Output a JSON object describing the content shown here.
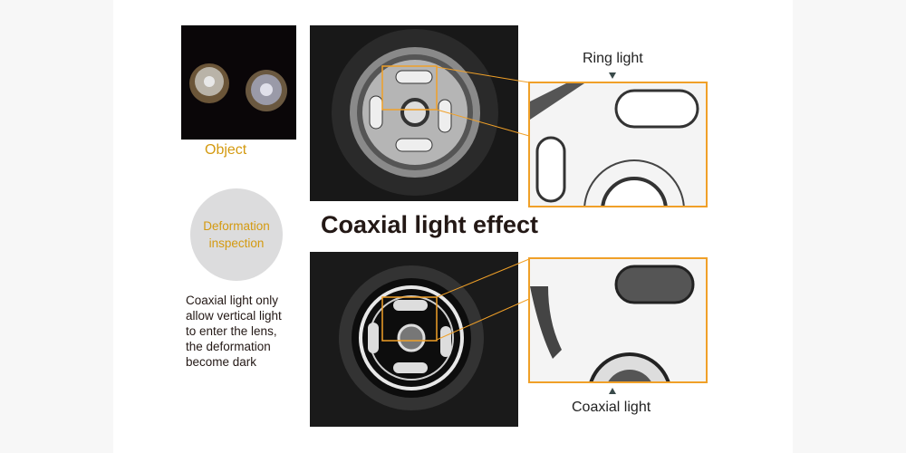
{
  "object_label": "Object",
  "circle_label_line1": "Deformation",
  "circle_label_line2": "inspection",
  "description": [
    "Coaxial light only",
    "allow vertical light",
    "to enter the lens,",
    "the deformation",
    "become dark"
  ],
  "title": "Coaxial light effect",
  "ring_light_label": "Ring light",
  "coaxial_light_label": "Coaxial light",
  "colors": {
    "accent": "#f0a028",
    "label_gold": "#d49a10",
    "circle_bg": "#dcdcdd"
  }
}
